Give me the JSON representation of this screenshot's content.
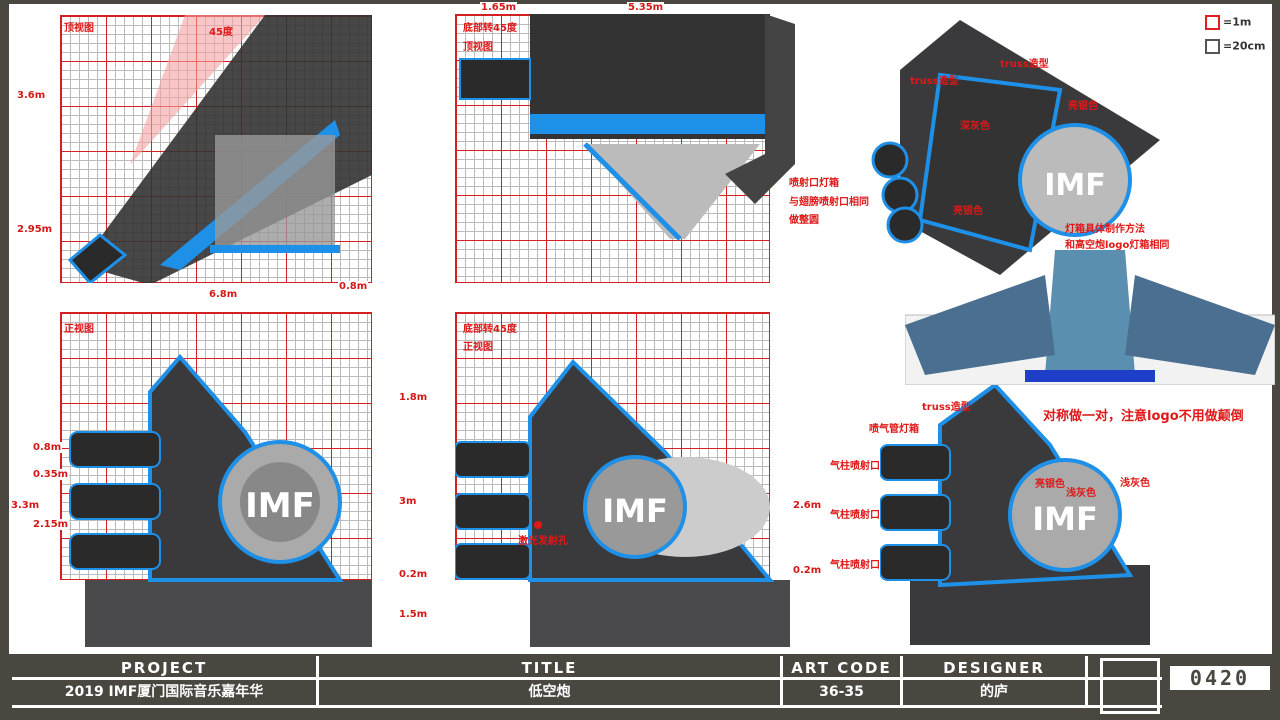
{
  "legend": [
    {
      "label": "=1m",
      "color": "#e02020"
    },
    {
      "label": "=20cm",
      "color": "#555555"
    }
  ],
  "views": {
    "top_view": {
      "title": "顶视图",
      "angle": "45度",
      "dims": [
        "3.6m",
        "2.95m",
        "6.8m",
        "0.8m"
      ]
    },
    "rotated_top_view": {
      "title_line1": "底部转45度",
      "title_line2": "顶视图",
      "dims": [
        "1.65m",
        "5.35m"
      ]
    },
    "front_view": {
      "title": "正视图",
      "dims": [
        "0.8m",
        "0.35m",
        "3.3m",
        "2.15m",
        "1.8m",
        "3m",
        "0.2m",
        "1.5m"
      ]
    },
    "rotated_front_view": {
      "title_line1": "底部转45度",
      "title_line2": "正视图",
      "dims": [
        "2.6m",
        "0.2m"
      ],
      "note": "激光发射孔"
    }
  },
  "annotations": {
    "perspective": [
      "truss造型",
      "truss造型",
      "深灰色",
      "亮银色",
      "亮银色"
    ],
    "nozzle_note": [
      "喷射口灯箱",
      "与翅膀喷射口相同",
      "做整圆"
    ],
    "lightbox_note": [
      "灯箱具体制作方法",
      "和高空炮logo灯箱相同"
    ],
    "side": [
      "truss造型",
      "喷气管灯箱",
      "气柱喷射口",
      "气柱喷射口",
      "气柱喷射口",
      "亮银色",
      "浅灰色",
      "浅灰色"
    ],
    "symmetric_note": "对称做一对，注意logo不用做颠倒"
  },
  "title_block": {
    "headers": [
      "PROJECT",
      "TITLE",
      "ART CODE",
      "DESIGNER"
    ],
    "values": [
      "2019 IMF厦门国际音乐嘉年华",
      "低空炮",
      "36-35",
      "的庐"
    ],
    "page_number": "0420",
    "logo_text": "IMF"
  },
  "colors": {
    "accent_blue": "#1e90e8",
    "dim_red": "#d42020",
    "dark_gray": "#3a3a3c",
    "frame": "#4a4640"
  }
}
